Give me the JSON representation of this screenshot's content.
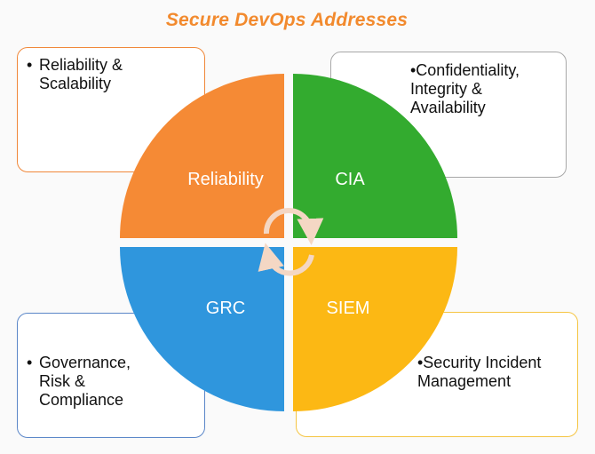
{
  "title": "Secure DevOps Addresses",
  "segments": {
    "reliability": {
      "label": "Reliability",
      "color": "#f58a35"
    },
    "cia": {
      "label": "CIA",
      "color": "#33ab2f"
    },
    "grc": {
      "label": "GRC",
      "color": "#2f96dd"
    },
    "siem": {
      "label": "SIEM",
      "color": "#fcb814"
    }
  },
  "callouts": {
    "top_left": {
      "bullet": "•",
      "lines": [
        "Reliability &",
        "Scalability"
      ]
    },
    "top_right": {
      "lines": [
        "•Confidentiality,",
        "Integrity &",
        "Availability"
      ]
    },
    "bottom_left": {
      "bullet": "•",
      "lines": [
        "Governance,",
        "Risk &",
        "Compliance"
      ]
    },
    "bottom_right": {
      "lines": [
        "•Security Incident",
        "Management"
      ]
    }
  },
  "colors": {
    "title": "#f28a2e",
    "arrows": "#f4d7c4"
  }
}
